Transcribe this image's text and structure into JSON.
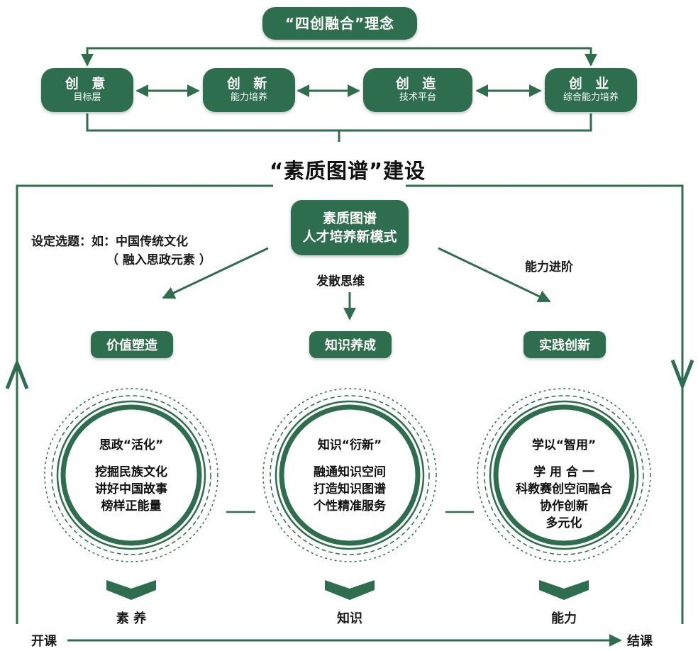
{
  "concept": {
    "title": "“四创融合”理念"
  },
  "stages": [
    {
      "name": "创 意",
      "sub": "目标层"
    },
    {
      "name": "创 新",
      "sub": "能力培养"
    },
    {
      "name": "创 造",
      "sub": "技术平台"
    },
    {
      "name": "创 业",
      "sub": "综合能力培养"
    }
  ],
  "section_title": "“素质图谱”建设",
  "core": {
    "line1": "素质图谱",
    "line2": "人才培养新模式"
  },
  "labels": {
    "topic_line1": "设定选题：如：中国传统文化",
    "topic_line2": "（ 融入思政元素 ）",
    "divergent": "发散思维",
    "advance": "能力进阶"
  },
  "pillars": [
    {
      "name": "价值塑造",
      "heading": "思政“活化”",
      "items": [
        "挖掘民族文化",
        "讲好中国故事",
        "榜样正能量"
      ],
      "outcome": "素 养"
    },
    {
      "name": "知识养成",
      "heading": "知识“衍新”",
      "items": [
        "融通知识空间",
        "打造知识图谱",
        "个性精准服务"
      ],
      "outcome": "知识"
    },
    {
      "name": "实践创新",
      "heading": "学以“智用”",
      "items": [
        "学 用 合 一",
        "科教赛创空间融合",
        "协作创新",
        "多元化"
      ],
      "outcome": "能力"
    }
  ],
  "timeline": {
    "start": "开课",
    "end": "结课"
  },
  "colors": {
    "primary": "#2c6e4e",
    "text": "#1a1a1a"
  }
}
